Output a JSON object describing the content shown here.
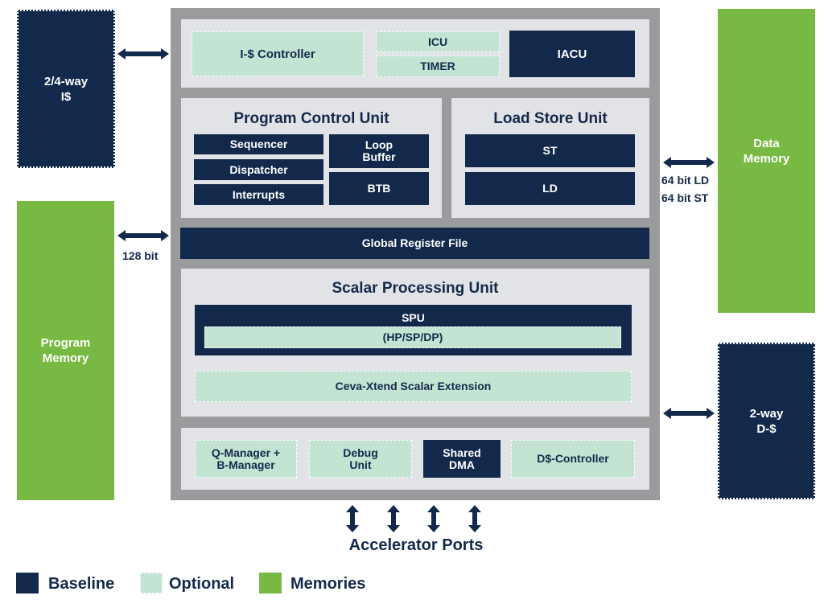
{
  "memories": {
    "icache": "2/4-way\nI$",
    "program_memory": "Program\nMemory",
    "data_memory": "Data\nMemory",
    "dcache": "2-way\nD-$"
  },
  "bus_labels": {
    "program_bus": "128 bit",
    "data_ld": "64 bit LD",
    "data_st": "64 bit ST"
  },
  "top_row": {
    "i_controller": "I-$ Controller",
    "icu": "ICU",
    "timer": "TIMER",
    "iacu": "IACU"
  },
  "pcu": {
    "title": "Program Control Unit",
    "sequencer": "Sequencer",
    "dispatcher": "Dispatcher",
    "interrupts": "Interrupts",
    "loop_buffer": "Loop\nBuffer",
    "btb": "BTB"
  },
  "lsu": {
    "title": "Load Store Unit",
    "st": "ST",
    "ld": "LD"
  },
  "grf": "Global Register File",
  "spu_section": {
    "title_a": "Scalar Processing ",
    "title_b": "Unit",
    "spu": "SPU",
    "precision": "(HP/SP/DP)",
    "extension": "Ceva-Xtend Scalar Extension"
  },
  "bottom_row": {
    "qmanager": "Q-Manager +\nB-Manager",
    "debug": "Debug\nUnit",
    "shared_dma": "Shared\nDMA",
    "dcontroller": "D$-Controller"
  },
  "accelerator_ports": "Accelerator Ports",
  "legend": [
    {
      "label": "Baseline",
      "color": "#13294b"
    },
    {
      "label": "Optional",
      "color": "#c3e4d3"
    },
    {
      "label": "Memories",
      "color": "#78b943"
    }
  ],
  "colors": {
    "baseline": "#13294b",
    "optional": "#c3e4d3",
    "memories": "#78b943",
    "core_frame": "#9a9b9d",
    "panel": "#e2e3e6"
  }
}
